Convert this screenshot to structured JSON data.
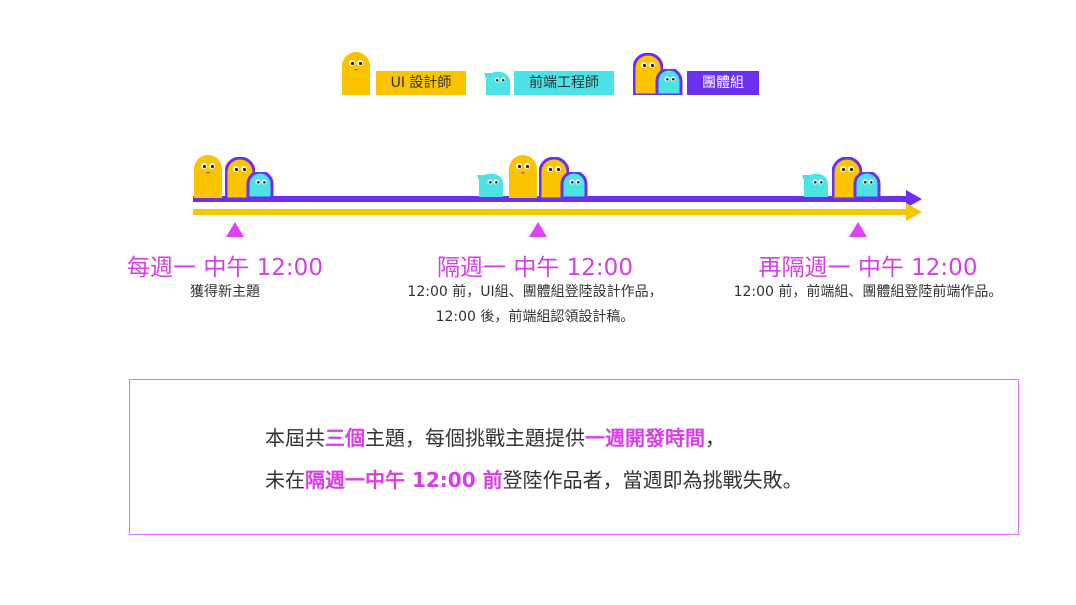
{
  "colors": {
    "designer": "#fbc400",
    "frontend": "#4de3e6",
    "team": "#6b2ff0",
    "accent": "#d63ee8"
  },
  "legend": {
    "designer_label": "UI 設計師",
    "frontend_label": "前端工程師",
    "team_label": "團體組"
  },
  "timeline": {
    "milestones": [
      {
        "title": "每週一 中午 12:00",
        "desc": [
          "獲得新主題"
        ]
      },
      {
        "title": "隔週一 中午 12:00",
        "desc": [
          "12:00 前，UI組、團體組登陸設計作品，",
          "12:00 後，前端組認領設計稿。"
        ]
      },
      {
        "title": "再隔週一 中午 12:00",
        "desc": [
          "12:00 前，前端組、團體組登陸前端作品。"
        ]
      }
    ]
  },
  "rules": {
    "line1": {
      "p1": "本屆共",
      "h1": "三個",
      "p2": "主題，每個挑戰主題提供",
      "h2": "一週開發時間",
      "p3": "，"
    },
    "line2": {
      "p1": "未在",
      "h1": "隔週一中午 12:00 前",
      "p2": "登陸作品者，當週即為挑戰失敗。"
    }
  }
}
